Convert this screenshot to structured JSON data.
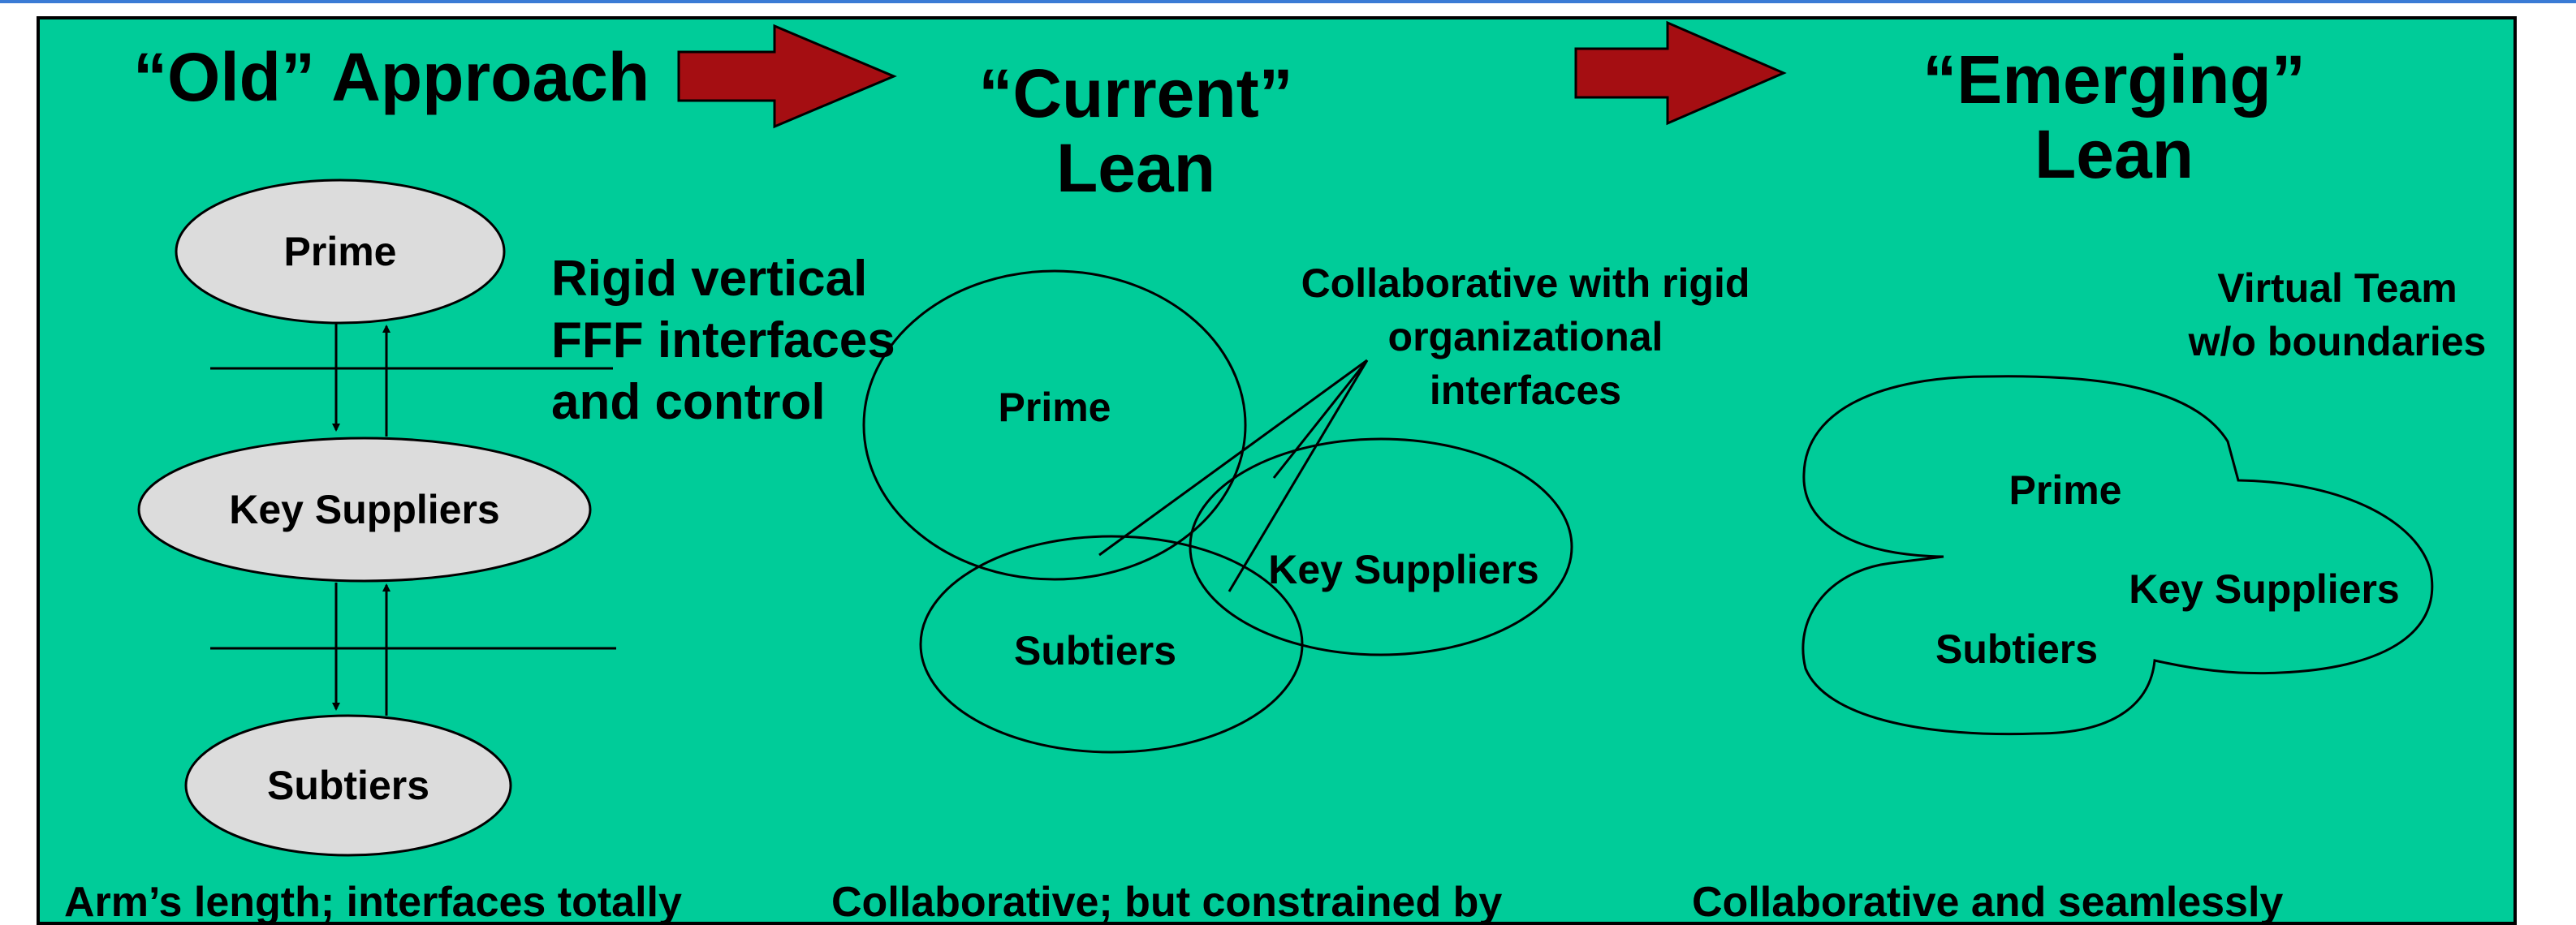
{
  "titles": {
    "old": "“Old” Approach",
    "current_line1": "“Current”",
    "current_line2": "Lean",
    "emerging_line1": "“Emerging”",
    "emerging_line2": "Lean"
  },
  "old": {
    "prime": "Prime",
    "key_suppliers": "Key Suppliers",
    "subtiers": "Subtiers",
    "desc_line1": "Rigid vertical",
    "desc_line2": "FFF interfaces",
    "desc_line3": "and control"
  },
  "current": {
    "prime": "Prime",
    "key_suppliers": "Key Suppliers",
    "subtiers": "Subtiers",
    "desc_line1": "Collaborative with rigid",
    "desc_line2": "organizational",
    "desc_line3": "interfaces"
  },
  "emerging": {
    "prime": "Prime",
    "key_suppliers": "Key Suppliers",
    "subtiers": "Subtiers",
    "desc_line1": "Virtual Team",
    "desc_line2": "w/o boundaries"
  },
  "bottom": {
    "old": "Arm’s length; interfaces totally",
    "current": "Collaborative;  but constrained by",
    "emerging": "Collaborative and seamlessly"
  },
  "colors": {
    "background": "#00cc99",
    "arrow": "#a50e12",
    "ellipse_fill": "#dcdcdc"
  }
}
